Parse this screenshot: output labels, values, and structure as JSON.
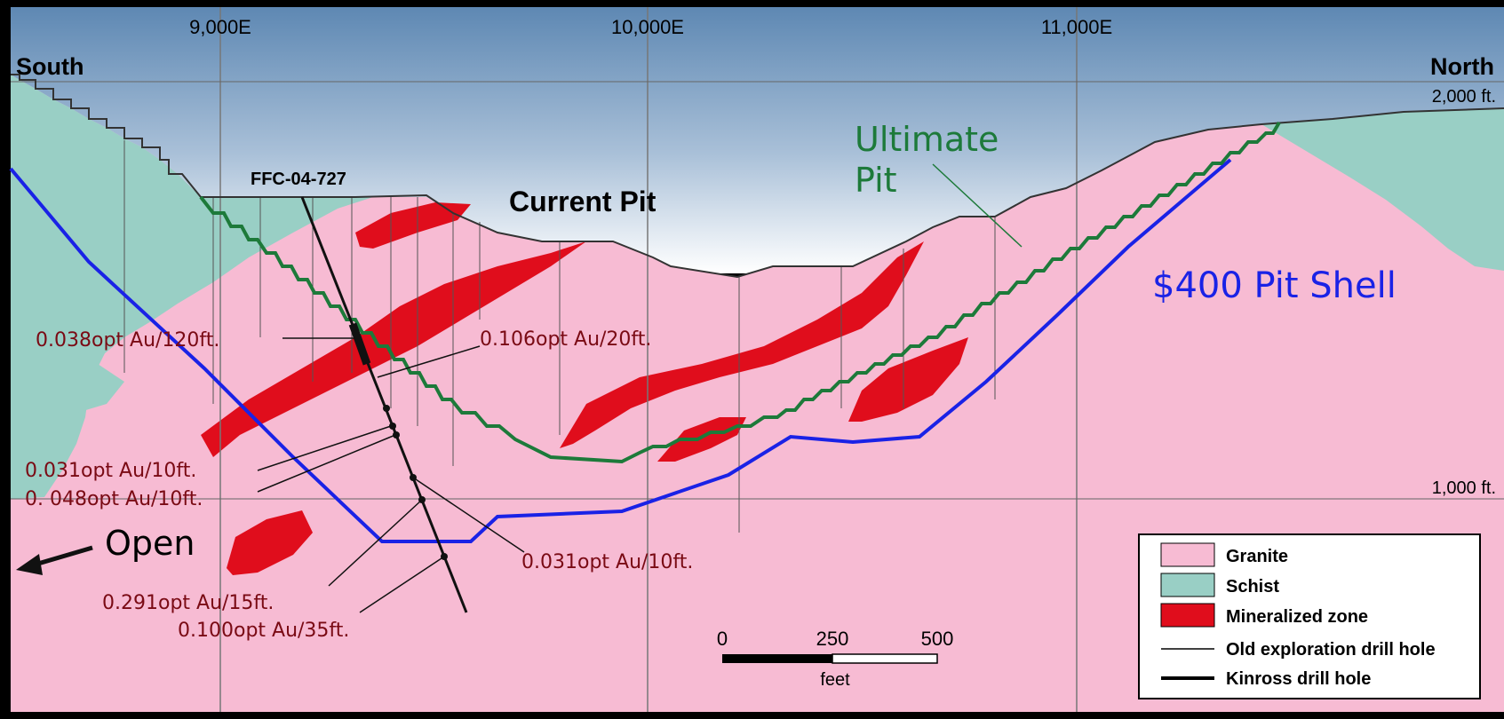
{
  "easting_labels": [
    "9,000E",
    "10,000E",
    "11,000E"
  ],
  "direction_labels": {
    "south": "South",
    "north": "North"
  },
  "elevation_labels": {
    "top": "2,000 ft.",
    "mid": "1,000 ft."
  },
  "pit_labels": {
    "current": "Current Pit",
    "ultimate_line1": "Ultimate",
    "ultimate_line2": "Pit",
    "shell": "$400 Pit Shell"
  },
  "drill_hole_id": "FFC-04-727",
  "intercepts": [
    "0.038opt Au/120ft.",
    "0.106opt Au/20ft.",
    "0.031opt Au/10ft.",
    "0. 048opt Au/10ft.",
    "0.031opt Au/10ft.",
    "0.291opt Au/15ft.",
    "0.100opt Au/35ft."
  ],
  "open_label": "Open",
  "scale_bar": {
    "ticks": [
      "0",
      "250",
      "500"
    ],
    "unit": "feet"
  },
  "legend": [
    {
      "label": "Granite",
      "color": "#f7bbd3"
    },
    {
      "label": "Schist",
      "color": "#99cfc5"
    },
    {
      "label": "Mineralized zone",
      "color": "#e00d1c"
    },
    {
      "label": "Old exploration drill hole",
      "color": "#000000"
    },
    {
      "label": "Kinross drill hole",
      "color": "#000000"
    }
  ],
  "colors": {
    "ultimate_pit": "#1d7a3a",
    "pit_shell": "#1a22e6",
    "intercept_text": "#7a0a14",
    "sky_top": "#5e88b3",
    "sky_bottom": "#ffffff"
  }
}
